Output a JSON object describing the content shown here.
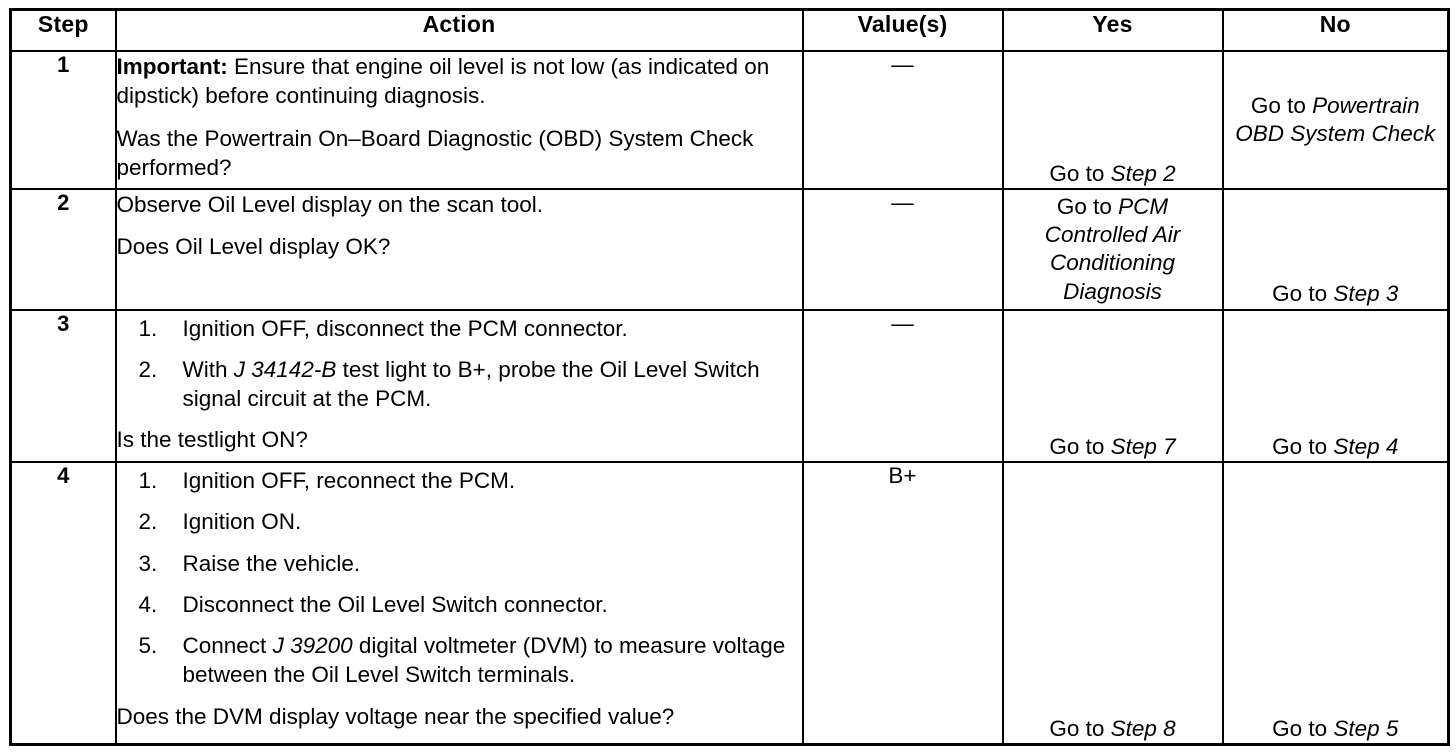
{
  "table": {
    "headers": [
      "Step",
      "Action",
      "Value(s)",
      "Yes",
      "No"
    ],
    "rows": [
      {
        "step": "1",
        "action": {
          "paragraphs": [
            {
              "lead": "Important:",
              "text": " Ensure that engine oil level is not low (as indicated on dipstick) before continuing diagnosis."
            },
            {
              "lead": "",
              "text": "Was the Powertrain On–Board Diagnostic (OBD) System Check performed?"
            }
          ]
        },
        "value": "—",
        "yes": {
          "go": "Go to",
          "ref": "Step 2",
          "ref_italic": true
        },
        "no": {
          "go": "Go to",
          "ref": "Powertrain OBD System Check",
          "ref_italic": true
        }
      },
      {
        "step": "2",
        "action": {
          "paragraphs": [
            {
              "lead": "",
              "text": "Observe Oil Level display on the scan tool."
            },
            {
              "lead": "",
              "text": "Does Oil Level display OK?"
            }
          ]
        },
        "value": "—",
        "yes": {
          "go": "Go to",
          "ref": "PCM Controlled Air Conditioning Diagnosis",
          "ref_italic": true
        },
        "no": {
          "go": "Go to",
          "ref": "Step 3",
          "ref_italic": true
        }
      },
      {
        "step": "3",
        "action": {
          "items": [
            {
              "num": "1.",
              "text": "Ignition OFF, disconnect the PCM connector."
            },
            {
              "num": "2.",
              "pre": "With ",
              "ital": "J 34142-B",
              "post": " test light to B+, probe the Oil Level Switch signal circuit at the PCM."
            }
          ],
          "question": "Is the testlight ON?"
        },
        "value": "—",
        "yes": {
          "go": "Go to",
          "ref": "Step 7",
          "ref_italic": true
        },
        "no": {
          "go": "Go to",
          "ref": "Step 4",
          "ref_italic": true
        }
      },
      {
        "step": "4",
        "action": {
          "items": [
            {
              "num": "1.",
              "text": "Ignition OFF, reconnect the PCM."
            },
            {
              "num": "2.",
              "text": "Ignition ON."
            },
            {
              "num": "3.",
              "text": "Raise the vehicle."
            },
            {
              "num": "4.",
              "text": "Disconnect the Oil Level Switch connector."
            },
            {
              "num": "5.",
              "pre": "Connect ",
              "ital": "J 39200",
              "post": " digital voltmeter (DVM) to measure voltage between the Oil Level Switch terminals."
            }
          ],
          "question": "Does the DVM display voltage near the specified value?"
        },
        "value": "B+",
        "yes": {
          "go": "Go to",
          "ref": "Step 8",
          "ref_italic": true
        },
        "no": {
          "go": "Go to",
          "ref": "Step 5",
          "ref_italic": true
        }
      }
    ]
  }
}
